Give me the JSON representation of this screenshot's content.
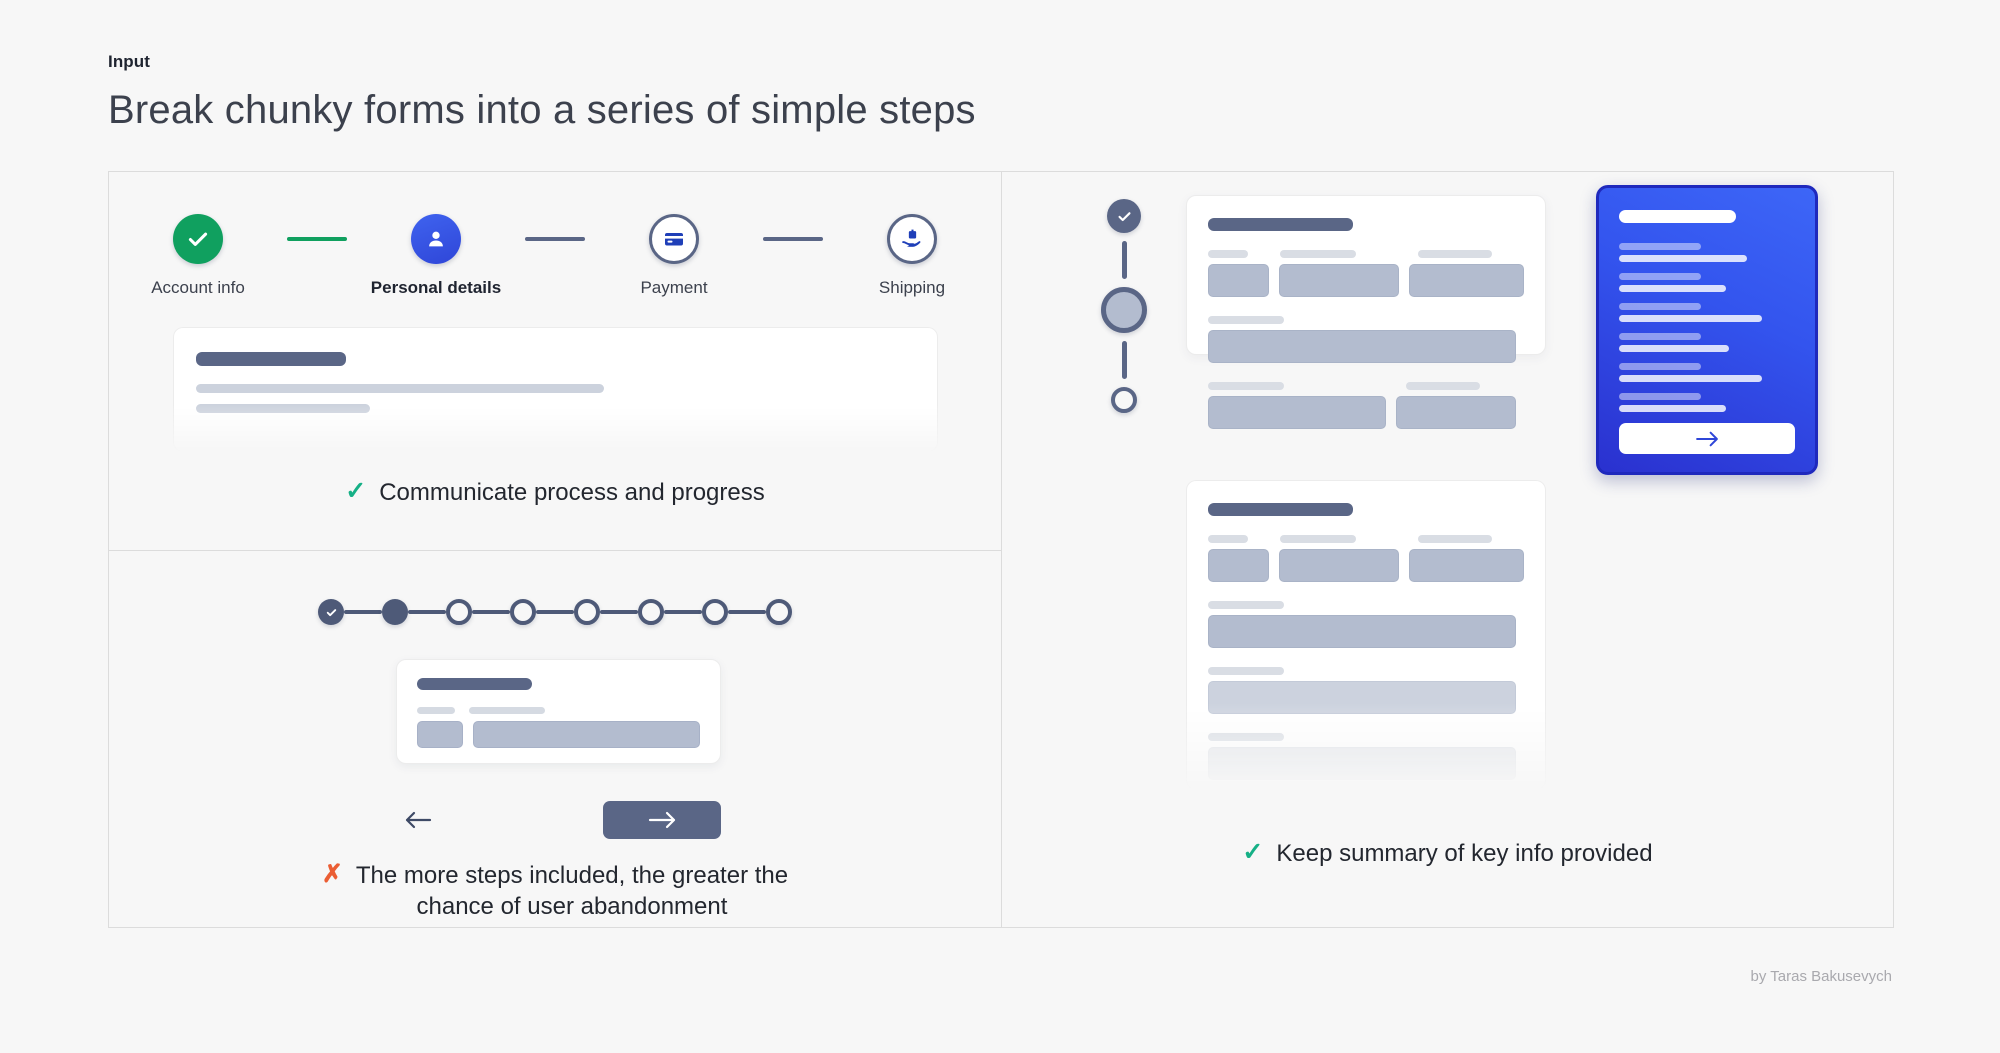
{
  "header": {
    "kicker": "Input",
    "title": "Break chunky forms into a series of simple steps"
  },
  "colors": {
    "background": "#f7f7f7",
    "done_green": "#10a05f",
    "current_blue": "#3f63ef",
    "slate": "#5a6686",
    "tick_green": "#16b086",
    "cross_orange": "#eb5e34",
    "panel_gradient_from": "#3d66f7",
    "panel_gradient_to": "#2a31cf"
  },
  "left_panel": {
    "top_cell": {
      "stepper": {
        "orientation": "horizontal",
        "steps": [
          {
            "label": "Account info",
            "state": "done",
            "icon": "check-icon",
            "active": false
          },
          {
            "label": "Personal details",
            "state": "current",
            "icon": "user-icon",
            "active": true
          },
          {
            "label": "Payment",
            "state": "todo",
            "icon": "credit-card-icon",
            "active": false
          },
          {
            "label": "Shipping",
            "state": "todo",
            "icon": "package-hand-icon",
            "active": false
          }
        ],
        "connectors": [
          "green",
          "grey",
          "grey"
        ]
      },
      "caption": {
        "marker": "check-icon",
        "marker_type": "positive",
        "text": "Communicate process and progress"
      }
    },
    "bottom_cell": {
      "stepper": {
        "orientation": "horizontal-dots",
        "total_steps": 8,
        "states": [
          "done",
          "current",
          "todo",
          "todo",
          "todo",
          "todo",
          "todo",
          "todo"
        ]
      },
      "nav": {
        "back_icon": "arrow-left-icon",
        "next_icon": "arrow-right-icon"
      },
      "caption": {
        "marker": "cross-icon",
        "marker_type": "negative",
        "line1": "The more steps included, the greater the",
        "line2": "chance of user abandonment"
      }
    }
  },
  "right_panel": {
    "stepper": {
      "orientation": "vertical",
      "total_steps": 3,
      "states": [
        "done",
        "current",
        "todo"
      ]
    },
    "summary_card_top": {
      "title_width": 145,
      "rows": [
        {
          "fields": [
            {
              "label_w": 40,
              "input_w": 62
            },
            {
              "label_w": 76,
              "input_w": 122
            },
            {
              "label_w": 74,
              "input_w": 117
            }
          ]
        },
        {
          "fields": [
            {
              "label_w": 76,
              "input_w": 308
            }
          ]
        },
        {
          "fields": [
            {
              "label_w": 76,
              "input_w": 178
            },
            {
              "label_w": 74,
              "input_w": 120
            }
          ]
        }
      ]
    },
    "summary_card_bottom": {
      "title_width": 145,
      "rows": [
        {
          "fields": [
            {
              "label_w": 40,
              "input_w": 62
            },
            {
              "label_w": 76,
              "input_w": 122
            },
            {
              "label_w": 74,
              "input_w": 117
            }
          ]
        },
        {
          "fields": [
            {
              "label_w": 76,
              "input_w": 308
            }
          ]
        },
        {
          "fields": [
            {
              "label_w": 76,
              "input_w": 308
            }
          ]
        },
        {
          "fields": [
            {
              "label_w": 76,
              "input_w": 308
            }
          ]
        }
      ]
    },
    "blue_panel": {
      "title_width": 117,
      "rows": [
        {
          "label_w": 82,
          "value_w": 128
        },
        {
          "label_w": 82,
          "value_w": 107
        },
        {
          "label_w": 82,
          "value_w": 143
        },
        {
          "label_w": 82,
          "value_w": 110
        },
        {
          "label_w": 82,
          "value_w": 143
        },
        {
          "label_w": 82,
          "value_w": 107
        }
      ],
      "button_icon": "arrow-right-icon"
    },
    "caption": {
      "marker": "check-icon",
      "marker_type": "positive",
      "text": "Keep summary of key info provided"
    }
  },
  "footer": {
    "credit": "by Taras Bakusevych"
  }
}
